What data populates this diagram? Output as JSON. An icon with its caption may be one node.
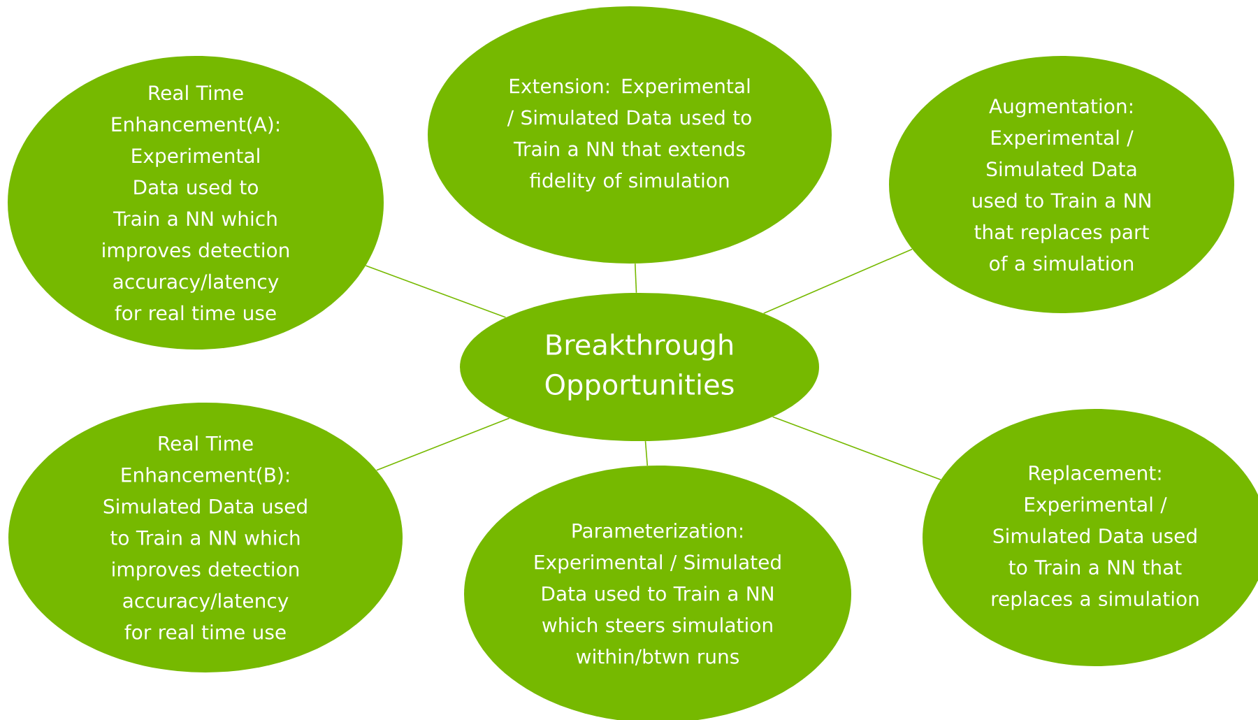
{
  "diagram": {
    "nodes": [
      {
        "text": [
          "Real Time Enhancement(A): Experimental Data used to Train a NN which improves detection accuracy/latency for real time use"
        ]
      },
      {
        "text": [
          "Extension: Experimental / Simulated Data used to Train a NN that extends fidelity of simulation"
        ]
      },
      {
        "text": [
          "Augmentation: Experimental / Simulated Data used to Train a NN that replaces part of a simulation"
        ]
      },
      {
        "text": [
          "Breakthrough Opportunities"
        ]
      },
      {
        "text": [
          "Real Time Enhancement(B): Simulated Data used to Train a NN which improves detection accuracy/latency for real time use"
        ]
      },
      {
        "text": [
          "Parameterization: Experimental / Simulated Data used to Train a NN which steers  simulation within/btwn runs"
        ]
      },
      {
        "text": [
          "Replacement: Experimental / Simulated Data used to Train a NN that replaces a simulation"
        ]
      }
    ],
    "edges": [
      {
        "from": 3,
        "to": 0,
        "arrow": "none"
      },
      {
        "from": 3,
        "to": 1,
        "arrow": "none"
      },
      {
        "from": 3,
        "to": 2,
        "arrow": "none"
      },
      {
        "from": 3,
        "to": 4,
        "arrow": "none"
      },
      {
        "from": 3,
        "to": 5,
        "arrow": "none"
      },
      {
        "from": 3,
        "to": 6,
        "arrow": "none"
      }
    ]
  }
}
